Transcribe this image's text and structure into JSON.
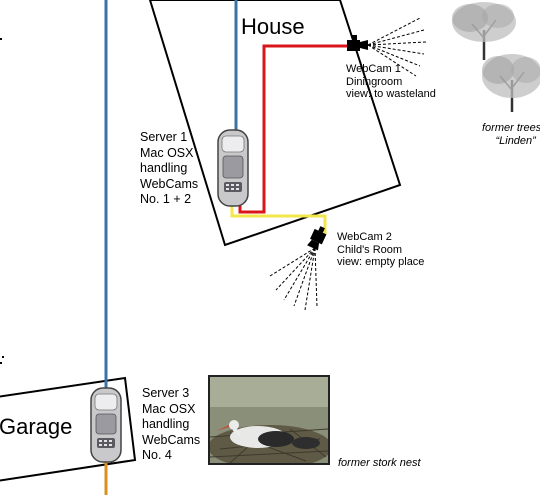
{
  "house": {
    "title": "House"
  },
  "garage": {
    "title": "Garage"
  },
  "servers": [
    {
      "lines": [
        "Server 1",
        "Mac OSX",
        "handling",
        "WebCams",
        "No. 1 + 2"
      ]
    },
    {
      "lines": [
        "Server 3",
        "Mac OSX",
        "handling",
        "WebCams",
        "No. 4"
      ]
    }
  ],
  "webcams": [
    {
      "lines": [
        "WebCam 1",
        "Diningroom",
        "view: to wasteland"
      ]
    },
    {
      "lines": [
        "WebCam 2",
        "Child's Room",
        "view: empty place"
      ]
    }
  ],
  "trees": {
    "caption_lines": [
      "former trees",
      "“Linden”"
    ]
  },
  "stork": {
    "caption": "former stork nest"
  },
  "colors": {
    "blue_cable": "#3b73a6",
    "red_cable": "#d9141b",
    "yellow_cable": "#f2e64a",
    "orange_cable": "#d9901f",
    "outline": "#000000"
  }
}
